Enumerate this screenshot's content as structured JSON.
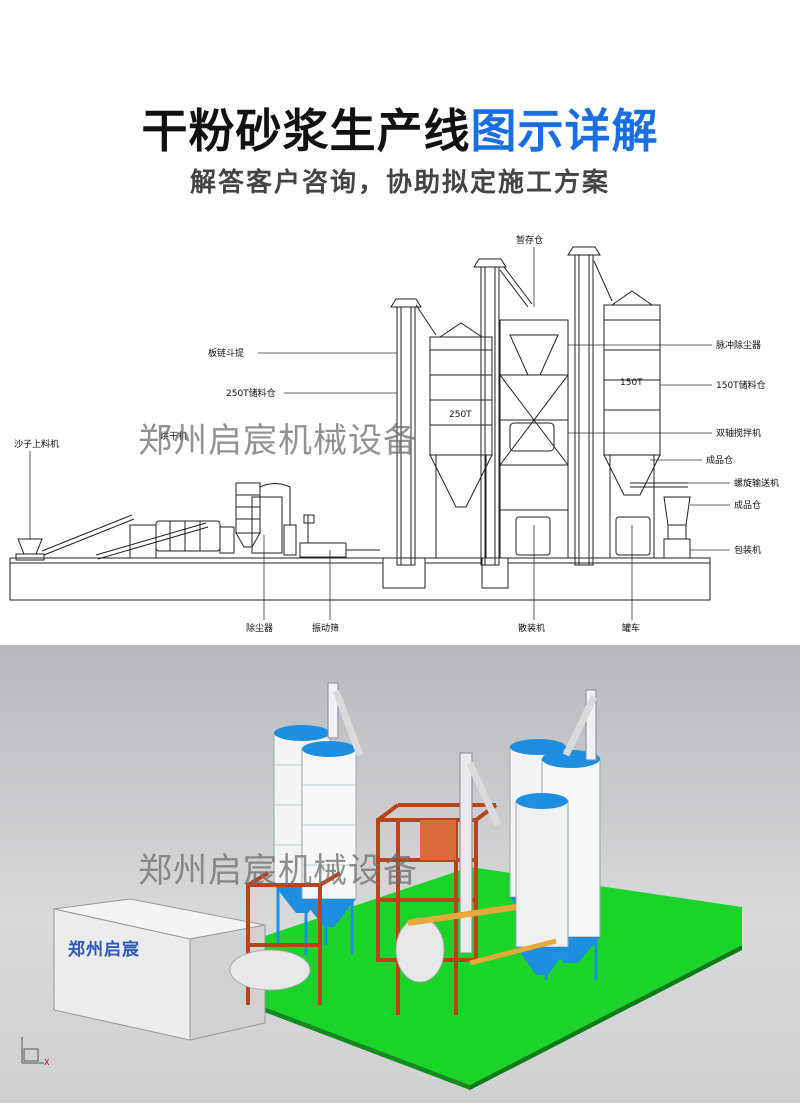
{
  "header": {
    "title_part1": "干粉砂浆生产线",
    "title_part2": "图示详解",
    "subtitle": "解答客户咨询，协助拟定施工方案"
  },
  "watermark": "郑州启宸机械设备",
  "schematic": {
    "labels": {
      "sand_loader": "沙子上料机",
      "chain_elevator": "板链斗提",
      "silo_250t": "250T储料仓",
      "temp_bin": "暂存仓",
      "pulse_collector": "脉冲除尘器",
      "silo_150t": "150T储料仓",
      "twin_shaft_mixer": "双轴搅拌机",
      "product_bin_1": "成品仓",
      "screw_conveyor": "螺旋输送机",
      "product_bin_2": "成品仓",
      "packer": "包装机",
      "dust_collector": "除尘器",
      "vibrating_screen": "振动筛",
      "bulk_loader": "散装机",
      "tanker": "罐车",
      "silo_mark_250": "250T",
      "silo_mark_150": "150T",
      "drum_label": "烘干机"
    }
  },
  "render": {
    "logo": "郑州启宸",
    "axis_x": "X"
  }
}
